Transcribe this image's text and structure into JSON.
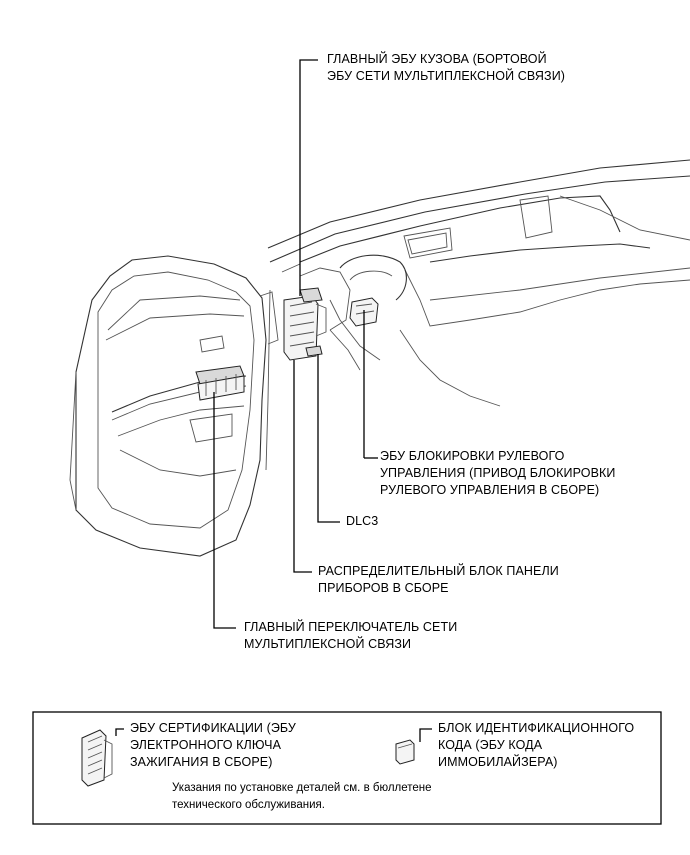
{
  "labels": {
    "main_body_ecu": [
      "ГЛАВНЫЙ ЭБУ КУЗОВА (БОРТОВОЙ",
      "ЭБУ СЕТИ МУЛЬТИПЛЕКСНОЙ СВЯЗИ)"
    ],
    "steering_lock_ecu": [
      "ЭБУ БЛОКИРОВКИ РУЛЕВОГО",
      "УПРАВЛЕНИЯ (ПРИВОД БЛОКИРОВКИ",
      "РУЛЕВОГО УПРАВЛЕНИЯ В СБОРЕ)"
    ],
    "dlc3": [
      "DLC3"
    ],
    "junction_block": [
      "РАСПРЕДЕЛИТЕЛЬНЫЙ БЛОК ПАНЕЛИ",
      "ПРИБОРОВ В СБОРЕ"
    ],
    "multiplex_switch": [
      "ГЛАВНЫЙ ПЕРЕКЛЮЧАТЕЛЬ СЕТИ",
      "МУЛЬТИПЛЕКСНОЙ СВЯЗИ"
    ]
  },
  "legend": {
    "certification_ecu": [
      "ЭБУ СЕРТИФИКАЦИИ (ЭБУ",
      "ЭЛЕКТРОННОГО КЛЮЧА",
      "ЗАЖИГАНИЯ В СБОРЕ)"
    ],
    "id_code_box": [
      "БЛОК ИДЕНТИФИКАЦИОННОГО",
      "КОДА (ЭБУ КОДА",
      "ИММОБИЛАЙЗЕРА)"
    ],
    "note": [
      "Указания по установке деталей см. в бюллетене",
      "технического обслуживания."
    ]
  }
}
